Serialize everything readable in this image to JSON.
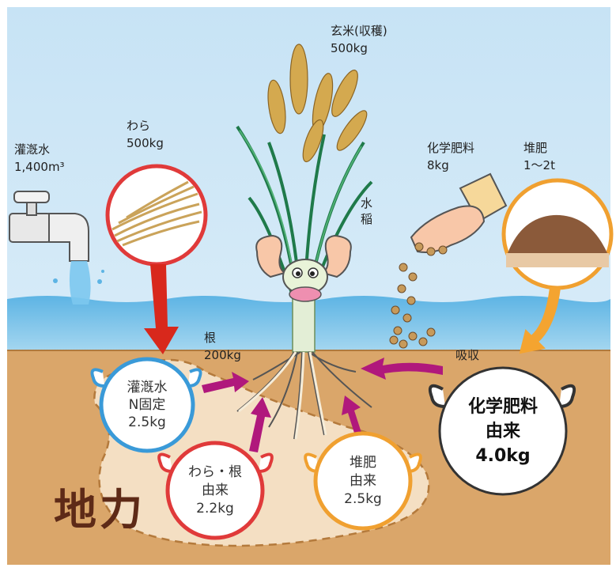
{
  "labels": {
    "brown_rice": "玄米(収穫)",
    "brown_rice_amount": "500kg",
    "straw": "わら",
    "straw_amount": "500kg",
    "irrigation": "灌漑水",
    "irrigation_amount": "1,400m³",
    "chem_fert": "化学肥料",
    "chem_fert_amount": "8kg",
    "compost": "堆肥",
    "compost_amount": "1〜2t",
    "rice_plant_line1": "水",
    "rice_plant_line2": "稲",
    "root": "根",
    "root_amount": "200kg",
    "absorption": "吸収"
  },
  "circles": {
    "irrigation_line1": "灌漑水",
    "irrigation_line2": "N固定",
    "irrigation_line3": "2.5kg",
    "straw_line1": "わら・根",
    "straw_line2": "由来",
    "straw_line3": "2.2kg",
    "compost_line1": "堆肥",
    "compost_line2": "由来",
    "compost_line3": "2.5kg",
    "chem_line1": "化学肥料",
    "chem_line2": "由来",
    "chem_line3": "4.0kg"
  },
  "title": "地力",
  "colors": {
    "sky": "#cfe6f4",
    "water": "#7cc3e8",
    "soil": "#dba76b",
    "soil_pool": "#f3dcc0",
    "blue_ring": "#3a9ad8",
    "red_ring": "#e03a3a",
    "orange_ring": "#f0a030",
    "brown_ring": "#333333",
    "magenta_arrow": "#b0187c",
    "red_arrow": "#d8281c",
    "orange_arrow": "#f4a430",
    "title_color": "#5e2a17"
  }
}
